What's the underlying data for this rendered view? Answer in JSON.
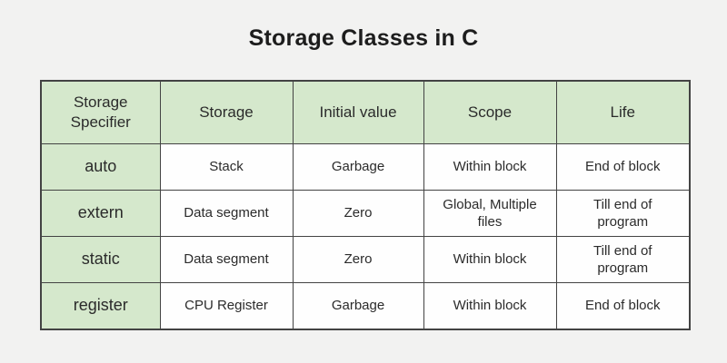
{
  "page": {
    "title": "Storage Classes in C",
    "background_color": "#f2f2f1",
    "accent_green": "#d5e8cc",
    "border_color": "#434343"
  },
  "table": {
    "columns": [
      "Storage Specifier",
      "Storage",
      "Initial value",
      "Scope",
      "Life"
    ],
    "rows": [
      {
        "specifier": "auto",
        "storage": "Stack",
        "initial_value": "Garbage",
        "scope": "Within block",
        "life": "End of block"
      },
      {
        "specifier": "extern",
        "storage": "Data segment",
        "initial_value": "Zero",
        "scope": "Global, Multiple files",
        "life": "Till end of program"
      },
      {
        "specifier": "static",
        "storage": "Data segment",
        "initial_value": "Zero",
        "scope": "Within block",
        "life": "Till end of program"
      },
      {
        "specifier": "register",
        "storage": "CPU Register",
        "initial_value": "Garbage",
        "scope": "Within block",
        "life": "End of block"
      }
    ]
  },
  "chart_data": {
    "type": "table",
    "title": "Storage Classes in C",
    "columns": [
      "Storage Specifier",
      "Storage",
      "Initial value",
      "Scope",
      "Life"
    ],
    "rows": [
      [
        "auto",
        "Stack",
        "Garbage",
        "Within block",
        "End of block"
      ],
      [
        "extern",
        "Data segment",
        "Zero",
        "Global, Multiple files",
        "Till end of program"
      ],
      [
        "static",
        "Data segment",
        "Zero",
        "Within block",
        "Till end of program"
      ],
      [
        "register",
        "CPU Register",
        "Garbage",
        "Within block",
        "End of block"
      ]
    ],
    "layout_hints": {
      "header_fill": "#d5e8cc",
      "first_column_fill": "#d5e8cc",
      "body_fill": "#fefefe",
      "grid": true
    }
  }
}
